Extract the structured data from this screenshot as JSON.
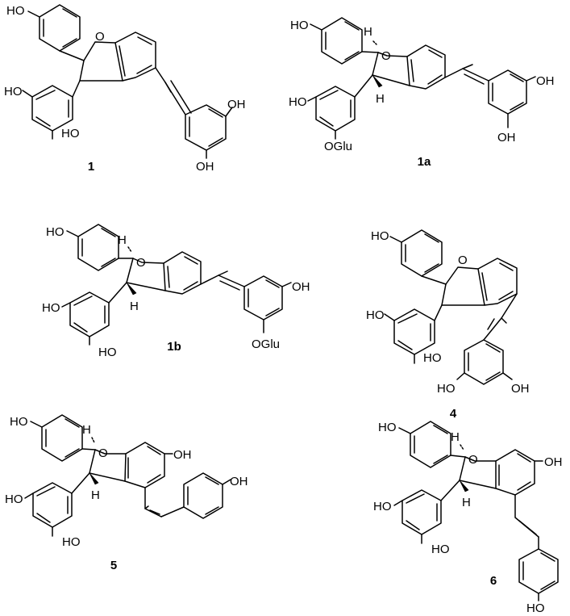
{
  "compounds": [
    {
      "id": "1",
      "labels": {
        "ar_oh": "HO",
        "res_oh1": "HO",
        "res_oh2": "HO",
        "right_oh1": "OH",
        "right_oh2": "OH",
        "ring_o": "O"
      }
    },
    {
      "id": "1a",
      "labels": {
        "ar_oh": "HO",
        "res_oh1": "HO",
        "res_oglu": "OGlu",
        "right_oh1": "OH",
        "right_oh2": "OH",
        "ring_o": "O",
        "h2": "H",
        "h3": "H"
      }
    },
    {
      "id": "1b",
      "labels": {
        "ar_oh": "HO",
        "res_oh1": "HO",
        "res_oh2": "HO",
        "right_oh1": "OH",
        "right_oglu": "OGlu",
        "ring_o": "O",
        "h2": "H",
        "h3": "H"
      }
    },
    {
      "id": "4",
      "labels": {
        "ar_oh": "HO",
        "res_oh1": "HO",
        "res_oh2": "HO",
        "right_oh1": "HO",
        "right_oh2": "OH",
        "ring_o": "O"
      }
    },
    {
      "id": "5",
      "labels": {
        "ar_oh": "HO",
        "res_oh1": "HO",
        "res_oh2": "HO",
        "core_oh": "OH",
        "styryl_oh": "OH",
        "ring_o": "O",
        "h2": "H",
        "h3": "H"
      }
    },
    {
      "id": "6",
      "labels": {
        "ar_oh": "HO",
        "res_oh1": "HO",
        "res_oh2": "HO",
        "core_oh": "OH",
        "styryl_oh": "HO",
        "ring_o": "O",
        "h2": "H",
        "h3": "H"
      }
    }
  ]
}
